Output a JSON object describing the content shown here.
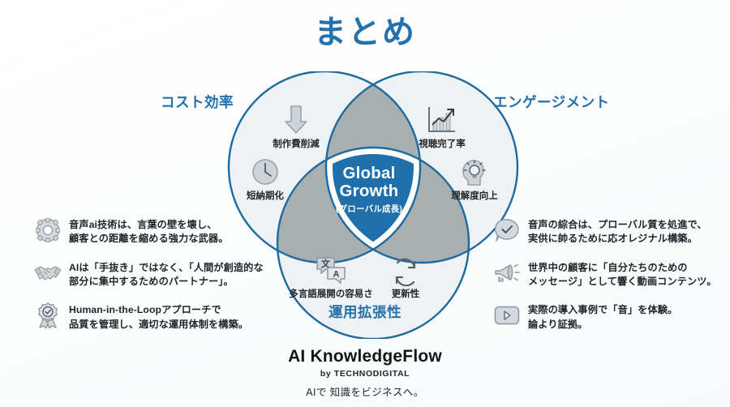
{
  "title": "まとめ",
  "colors": {
    "accent_blue": "#2472ab",
    "center_blue": "#1f6fab",
    "circle_stroke": "#1d6a9e",
    "circle_fill": "#eef2f5",
    "overlap_gray": "#a9aeb0",
    "background": "#fdfdfd",
    "text_dark": "#20262b"
  },
  "venn": {
    "circles": [
      {
        "key": "cost",
        "label": "コスト効率"
      },
      {
        "key": "engagement",
        "label": "エンゲージメント"
      },
      {
        "key": "operations",
        "label": "運用拡張性"
      }
    ],
    "center": {
      "line1": "Global",
      "line2": "Growth",
      "subtitle": "(グローバル成長)"
    },
    "items": [
      {
        "icon": "down-arrow-icon",
        "label": "制作費削減"
      },
      {
        "icon": "clock-icon",
        "label": "短納期化"
      },
      {
        "icon": "bar-chart-up-icon",
        "label": "視聴完了率"
      },
      {
        "icon": "head-lightbulb-icon",
        "label": "理解度向上"
      },
      {
        "icon": "translate-icon",
        "label": "多言語展開の容易さ"
      },
      {
        "icon": "refresh-icon",
        "label": "更新性"
      }
    ]
  },
  "left_points": [
    {
      "icon": "gear-icon",
      "line1": "音声ai技術は、言葉の壁を壊し、",
      "line2": "顧客との距離を縮める強力な武器。"
    },
    {
      "icon": "handshake-icon",
      "line1": "AIは「手抜き」ではなく、「人間が創造的な",
      "line2": "部分に集中するためのパートナー」。"
    },
    {
      "icon": "award-ribbon-icon",
      "line1": "Human-in-the-Loopアプローチで",
      "line2": "品質を管理し、適切な運用体制を構築。"
    }
  ],
  "right_points": [
    {
      "icon": "chat-check-icon",
      "line1": "音声の綜合は、プローバル質を処進で、",
      "line2": "実供に帥るために応オレジナル構築。"
    },
    {
      "icon": "megaphone-icon",
      "line1": "世界中の顧客に「自分たちのための",
      "line2": "メッセージ」として響く動画コンテンツ。"
    },
    {
      "icon": "play-button-icon",
      "line1": "実際の導入事例で「音」を体験。",
      "line2": "論より証拠。"
    }
  ],
  "footer": {
    "brand": "AI KnowledgeFlow",
    "by": "by TECHNODIGITAL",
    "tagline": "AIで 知識をビジネスへ。"
  }
}
